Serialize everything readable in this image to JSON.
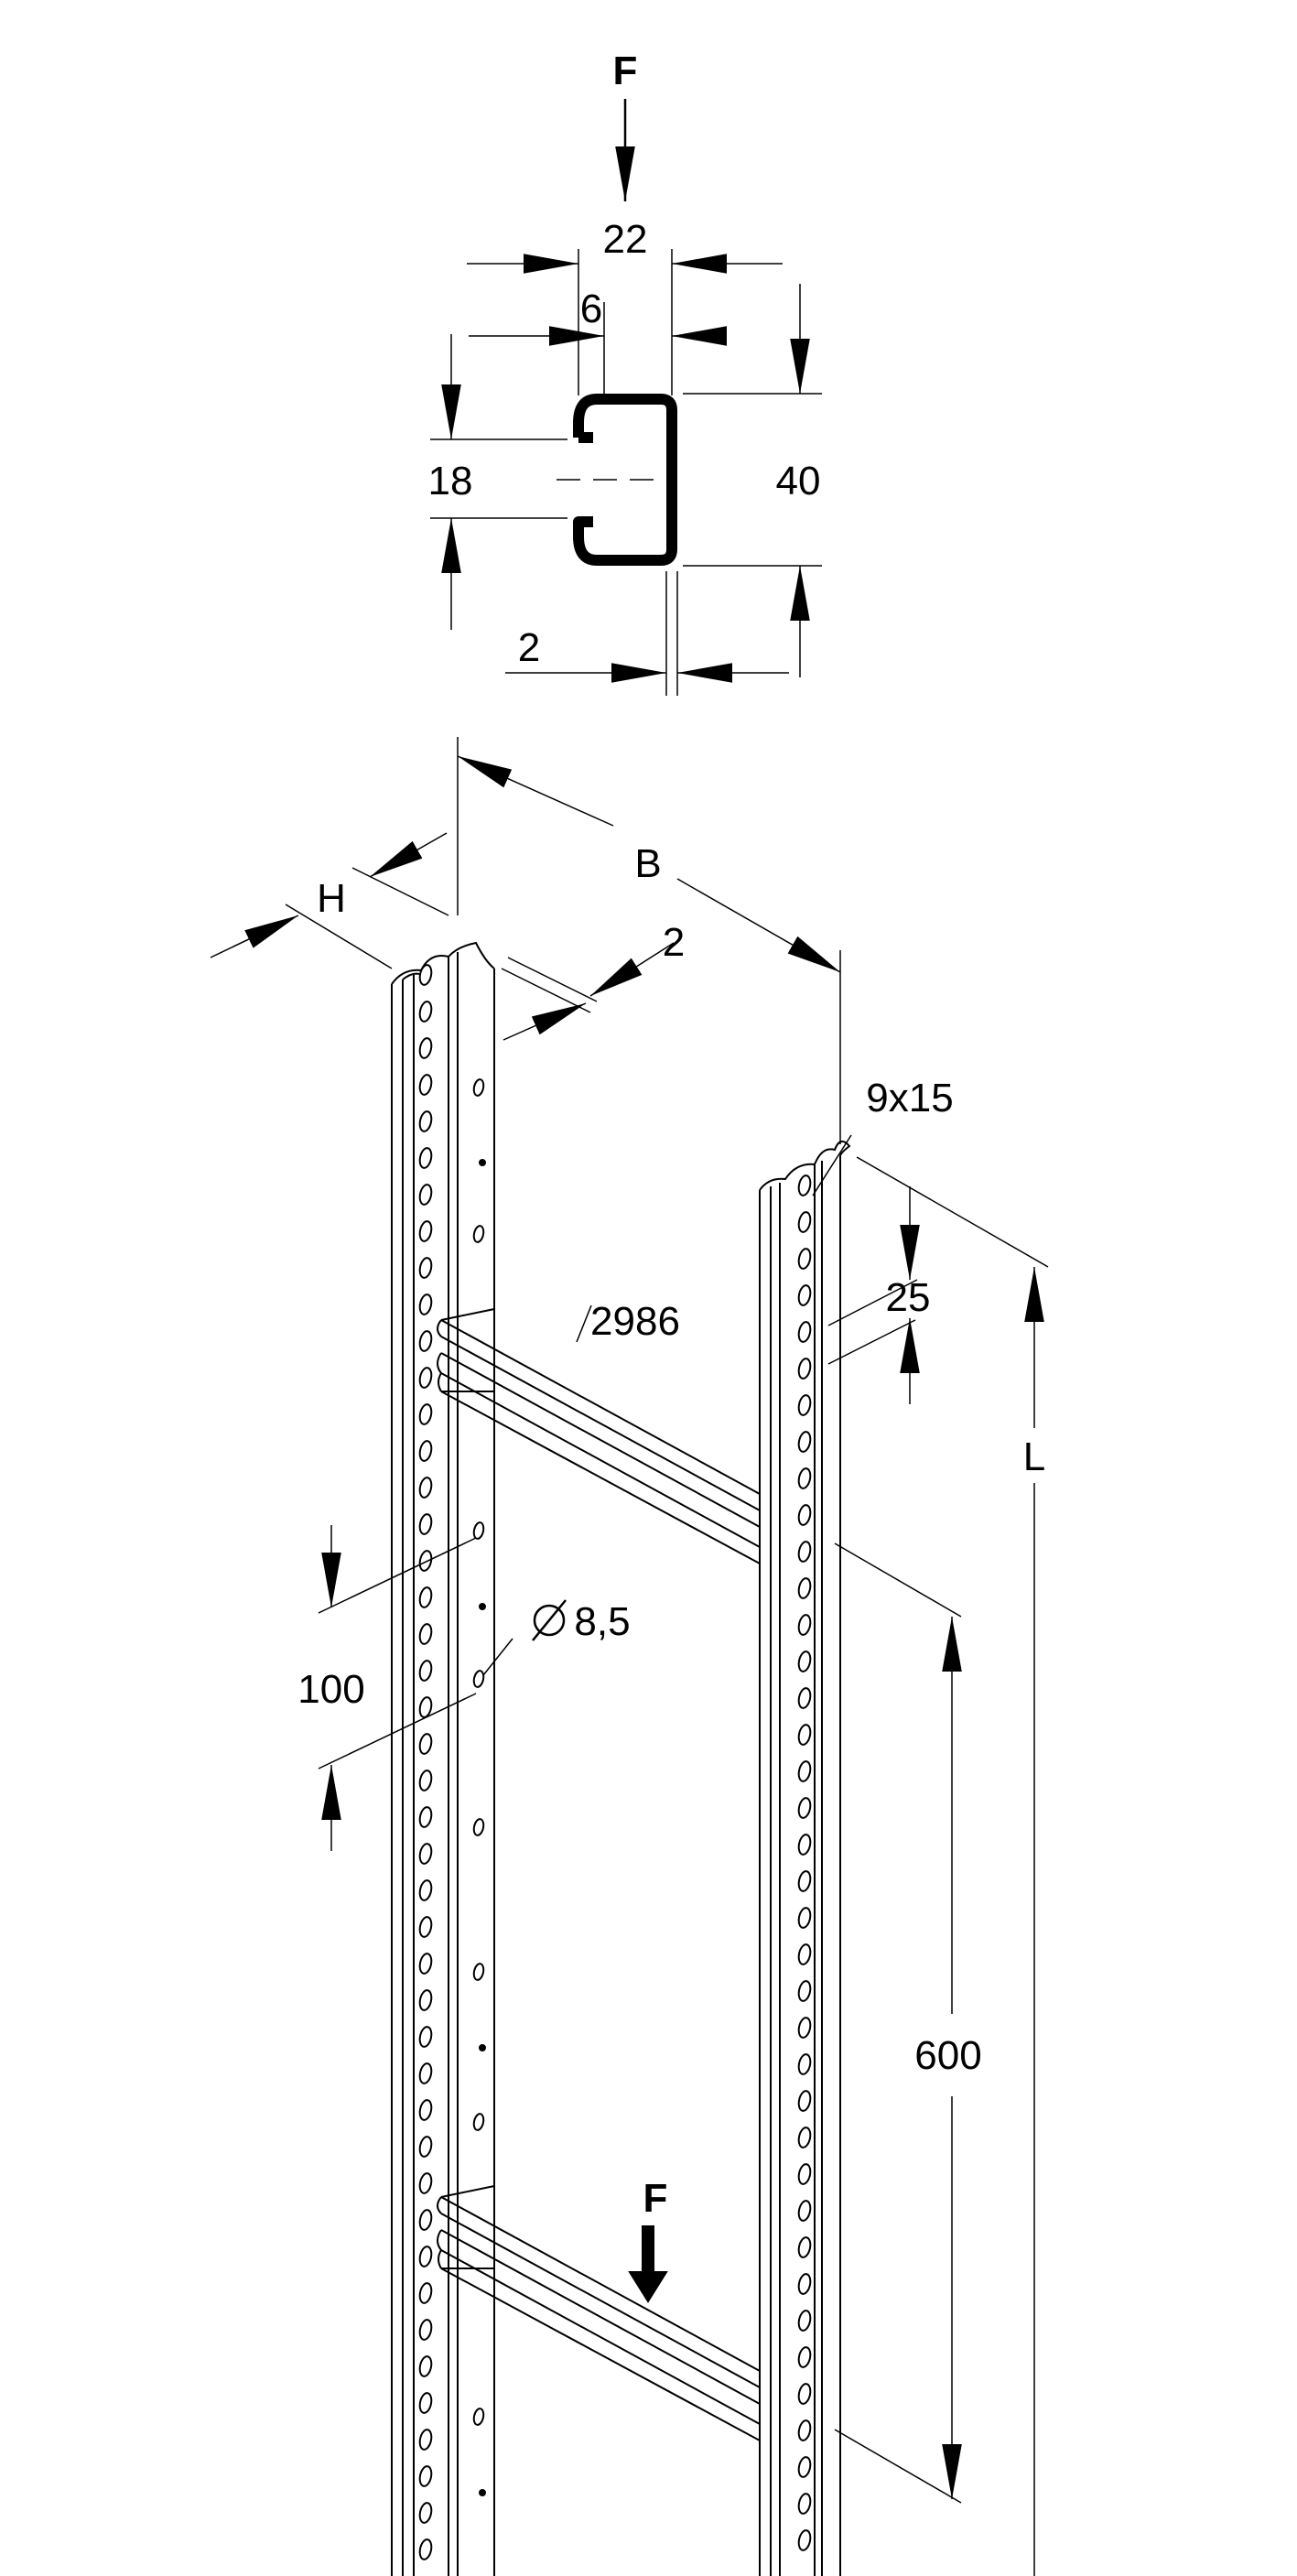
{
  "labels": {
    "force_top": "F",
    "width_22": "22",
    "width_6": "6",
    "height_18": "18",
    "height_40": "40",
    "thickness_2_profile": "2",
    "dim_H": "H",
    "dim_B": "B",
    "thickness_2_ladder": "2",
    "slot_9x15": "9x15",
    "dim_25": "25",
    "rung_2986": "2986",
    "dim_L": "L",
    "hole_dia": "8,5",
    "pitch_100": "100",
    "rung_pitch_600": "600",
    "force_rung": "F"
  },
  "colors": {
    "line": "#000000",
    "background": "#ffffff"
  }
}
